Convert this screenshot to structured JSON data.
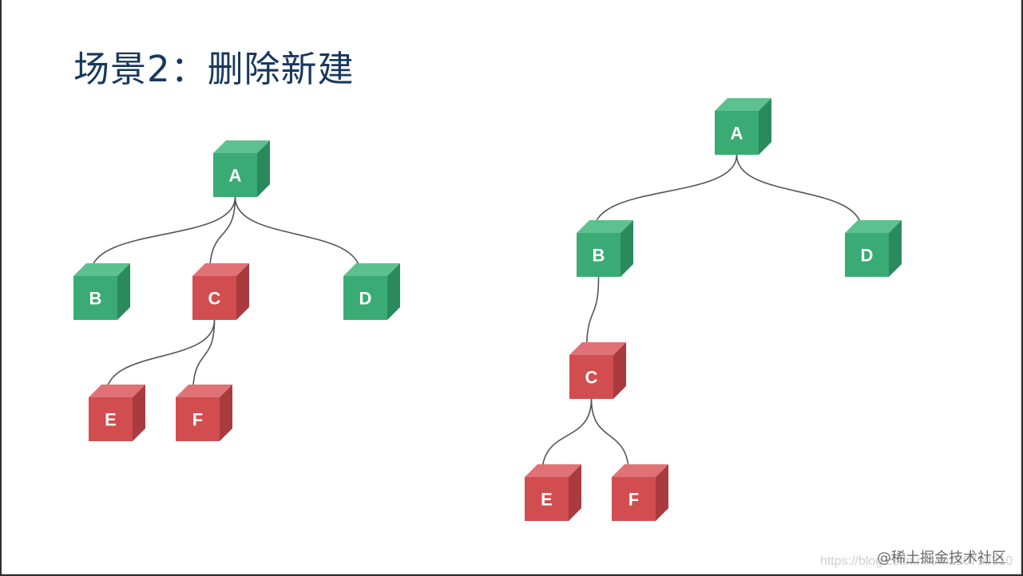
{
  "title": "场景2：删除新建",
  "colors": {
    "green": "#3aab74",
    "green_top": "#5cc18f",
    "green_side": "#2a8a5c",
    "red": "#d24d50",
    "red_top": "#e07275",
    "red_side": "#a93b3e",
    "edge": "#555555"
  },
  "trees": [
    {
      "name": "before",
      "nodes": [
        {
          "id": "A",
          "label": "A",
          "color": "green"
        },
        {
          "id": "B",
          "label": "B",
          "color": "green"
        },
        {
          "id": "C",
          "label": "C",
          "color": "red"
        },
        {
          "id": "D",
          "label": "D",
          "color": "green"
        },
        {
          "id": "E",
          "label": "E",
          "color": "red"
        },
        {
          "id": "F",
          "label": "F",
          "color": "red"
        }
      ],
      "edges": [
        {
          "from": "A",
          "to": "B"
        },
        {
          "from": "A",
          "to": "C"
        },
        {
          "from": "A",
          "to": "D"
        },
        {
          "from": "C",
          "to": "E"
        },
        {
          "from": "C",
          "to": "F"
        }
      ]
    },
    {
      "name": "after",
      "nodes": [
        {
          "id": "A",
          "label": "A",
          "color": "green"
        },
        {
          "id": "B",
          "label": "B",
          "color": "green"
        },
        {
          "id": "D",
          "label": "D",
          "color": "green"
        },
        {
          "id": "C",
          "label": "C",
          "color": "red"
        },
        {
          "id": "E",
          "label": "E",
          "color": "red"
        },
        {
          "id": "F",
          "label": "F",
          "color": "red"
        }
      ],
      "edges": [
        {
          "from": "A",
          "to": "B"
        },
        {
          "from": "A",
          "to": "D"
        },
        {
          "from": "B",
          "to": "C"
        },
        {
          "from": "C",
          "to": "E"
        },
        {
          "from": "C",
          "to": "F"
        }
      ]
    }
  ],
  "watermark": {
    "brand": "@稀土掘金技术社区",
    "url": "https://blog.csdn.net/m120790310"
  }
}
